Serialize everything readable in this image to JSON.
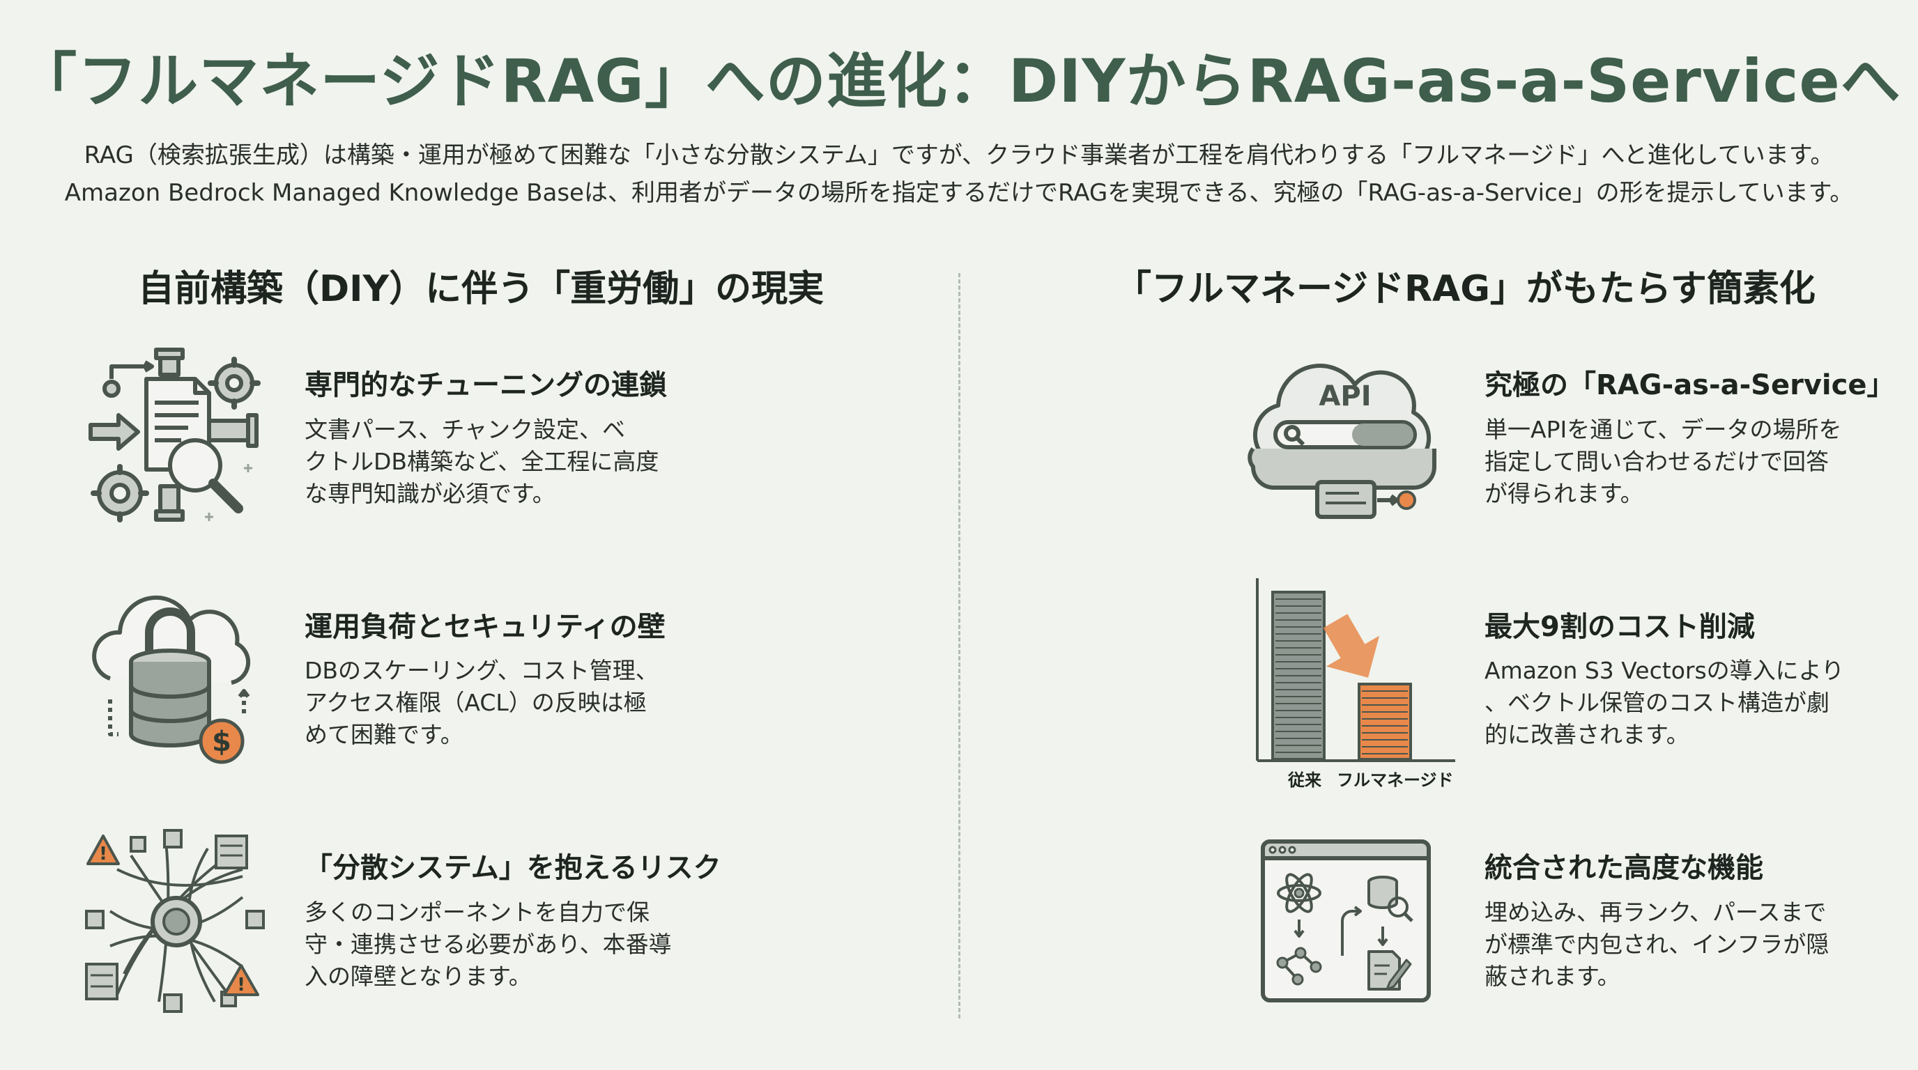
{
  "title": "「フルマネージドRAG」への進化：DIYからRAG-as-a-Serviceへ",
  "intro": {
    "line1": "RAG（検索拡張生成）は構築・運用が極めて困難な「小さな分散システム」ですが、クラウド事業者が工程を肩代わりする「フルマネージド」へと進化しています。",
    "line2": "Amazon Bedrock Managed Knowledge Baseは、利用者がデータの場所を指定するだけでRAGを実現できる、究極の「RAG-as-a-Service」の形を提示しています。"
  },
  "left": {
    "heading": "自前構築（DIY）に伴う「重労働」の現実",
    "items": [
      {
        "title": "専門的なチューニングの連鎖",
        "desc": [
          "文書パース、チャンク設定、ベ",
          "クトルDB構築など、全工程に高度",
          "な専門知識が必須です。"
        ],
        "icon": "pipeline-gears-magnifier-icon"
      },
      {
        "title": "運用負荷とセキュリティの壁",
        "desc": [
          "DBのスケーリング、コスト管理、",
          "アクセス権限（ACL）の反映は極",
          "めて困難です。"
        ],
        "icon": "cloud-lock-database-icon"
      },
      {
        "title": "「分散システム」を抱えるリスク",
        "desc": [
          "多くのコンポーネントを自力で保",
          "守・連携させる必要があり、本番導",
          "入の障壁となります。"
        ],
        "icon": "distributed-network-warning-icon"
      }
    ]
  },
  "right": {
    "heading": "「フルマネージドRAG」がもたらす簡素化",
    "items": [
      {
        "title": "究極の「RAG-as-a-Service」",
        "desc": [
          "単一APIを通じて、データの場所を",
          "指定して問い合わせるだけで回答",
          "が得られます。"
        ],
        "icon": "api-cloud-search-icon",
        "icon_text": "API"
      },
      {
        "title": "最大9割のコスト削減",
        "desc": [
          "Amazon S3 Vectorsの導入により",
          "、ベクトル保管のコスト構造が劇",
          "的に改善されます。"
        ],
        "icon": "cost-reduction-bars-icon"
      },
      {
        "title": "統合された高度な機能",
        "desc": [
          "埋め込み、再ランク、パースまで",
          "が標準で内包され、インフラが隠",
          "蔽されます。"
        ],
        "icon": "integrated-features-window-icon"
      }
    ]
  },
  "chart_data": {
    "type": "bar",
    "categories": [
      "従来",
      "フルマネージド"
    ],
    "values": [
      100,
      45
    ],
    "accent": "#e8884a"
  },
  "colors": {
    "title": "#3f5e4b",
    "accent": "#e8884a",
    "background": "#f0f3ee"
  }
}
